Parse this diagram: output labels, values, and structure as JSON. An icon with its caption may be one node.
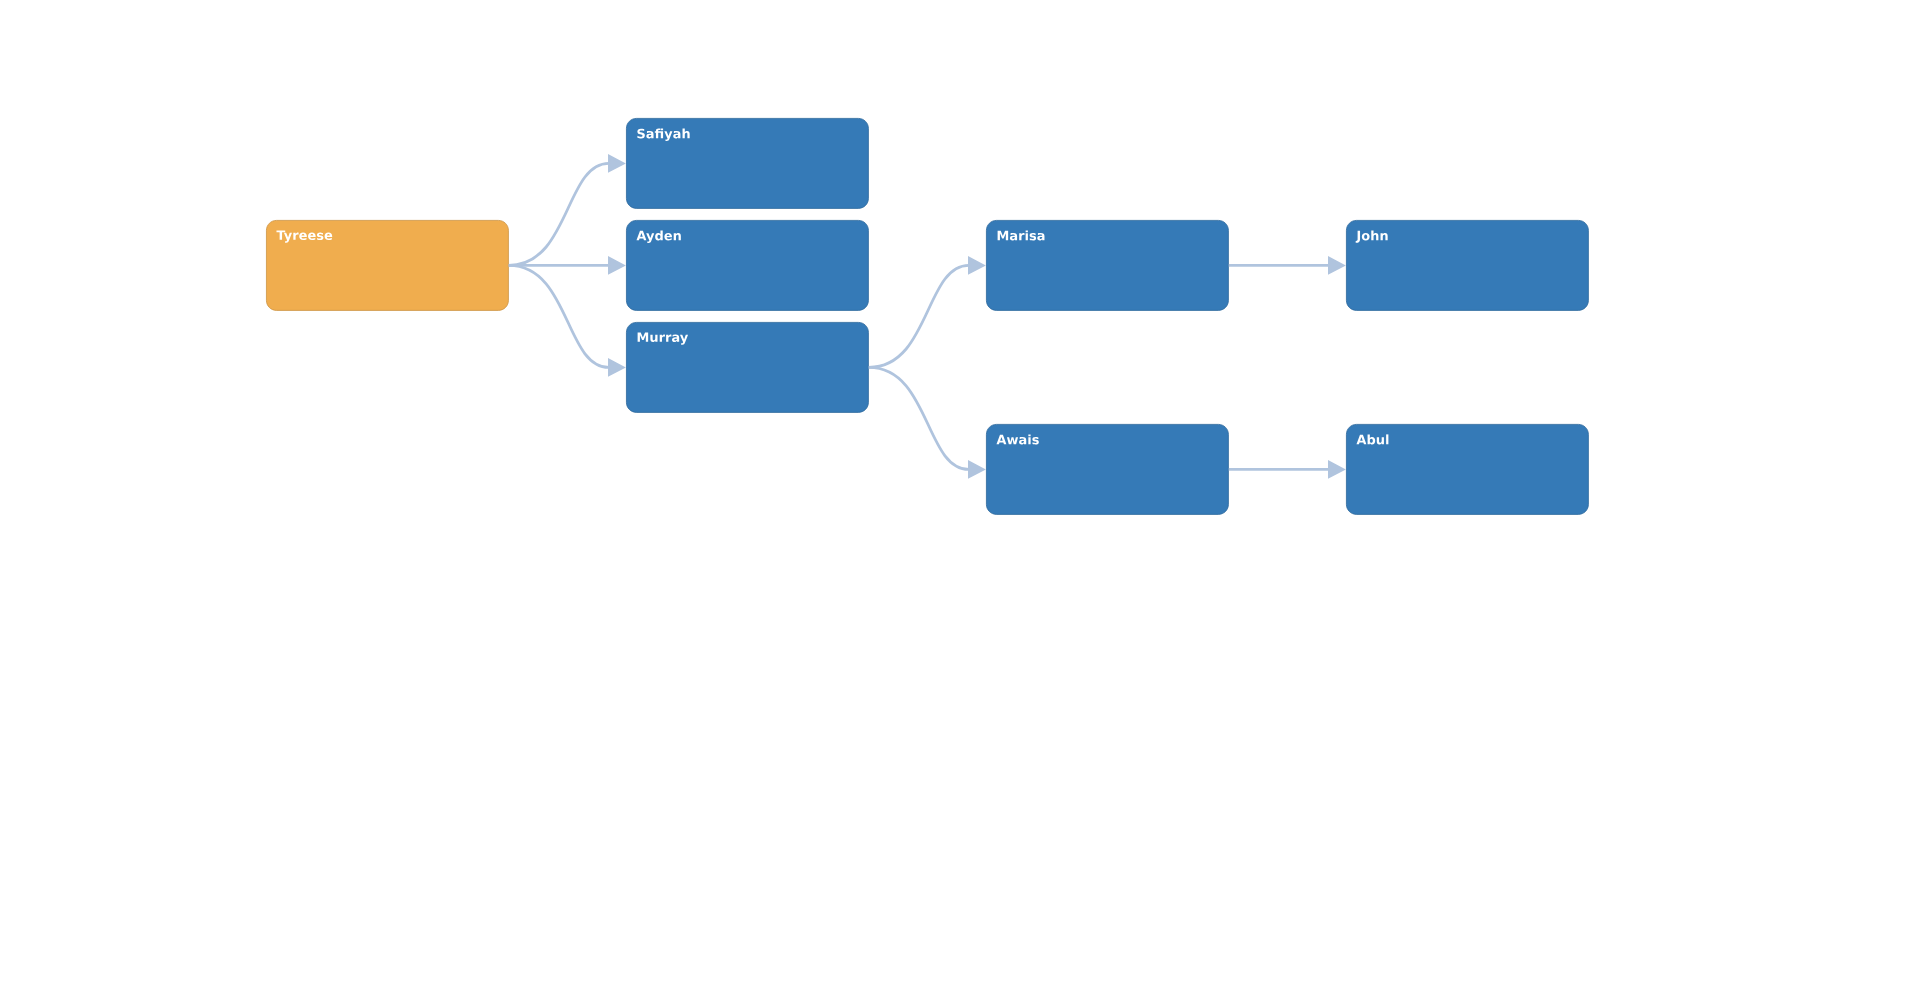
{
  "diagram": {
    "nodes": [
      {
        "text": [
          "Tyreese"
        ]
      },
      {
        "text": [
          "Safiyah"
        ]
      },
      {
        "text": [
          "Ayden"
        ]
      },
      {
        "text": [
          "Murray"
        ]
      },
      {
        "text": [
          "Marisa"
        ]
      },
      {
        "text": [
          "John"
        ]
      },
      {
        "text": [
          "Awais"
        ]
      },
      {
        "text": [
          "Abul"
        ]
      }
    ],
    "edges": [
      {
        "from": 0,
        "to": 1,
        "arrow": "to"
      },
      {
        "from": 0,
        "to": 2,
        "arrow": "to"
      },
      {
        "from": 0,
        "to": 3,
        "arrow": "to"
      },
      {
        "from": 3,
        "to": 4,
        "arrow": "to"
      },
      {
        "from": 3,
        "to": 6,
        "arrow": "to"
      },
      {
        "from": 4,
        "to": 5,
        "arrow": "to"
      },
      {
        "from": 6,
        "to": 7,
        "arrow": "to"
      }
    ]
  }
}
